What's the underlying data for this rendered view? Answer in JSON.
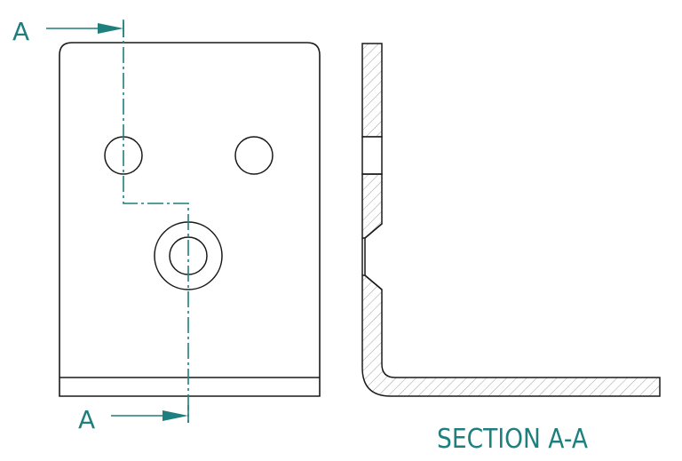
{
  "drawing": {
    "type": "engineering drawing - sheet metal bracket",
    "colors": {
      "outline": "#1a1a1a",
      "annotation": "#1f7f7f",
      "hatch": "#9a9a9a",
      "background": "#ffffff"
    },
    "front_view": {
      "cutting_plane_label_top": "A",
      "cutting_plane_label_bottom": "A",
      "holes": [
        "plain-hole-left",
        "plain-hole-right",
        "counterbored-hole"
      ]
    },
    "section_view": {
      "title": "SECTION A-A"
    }
  }
}
